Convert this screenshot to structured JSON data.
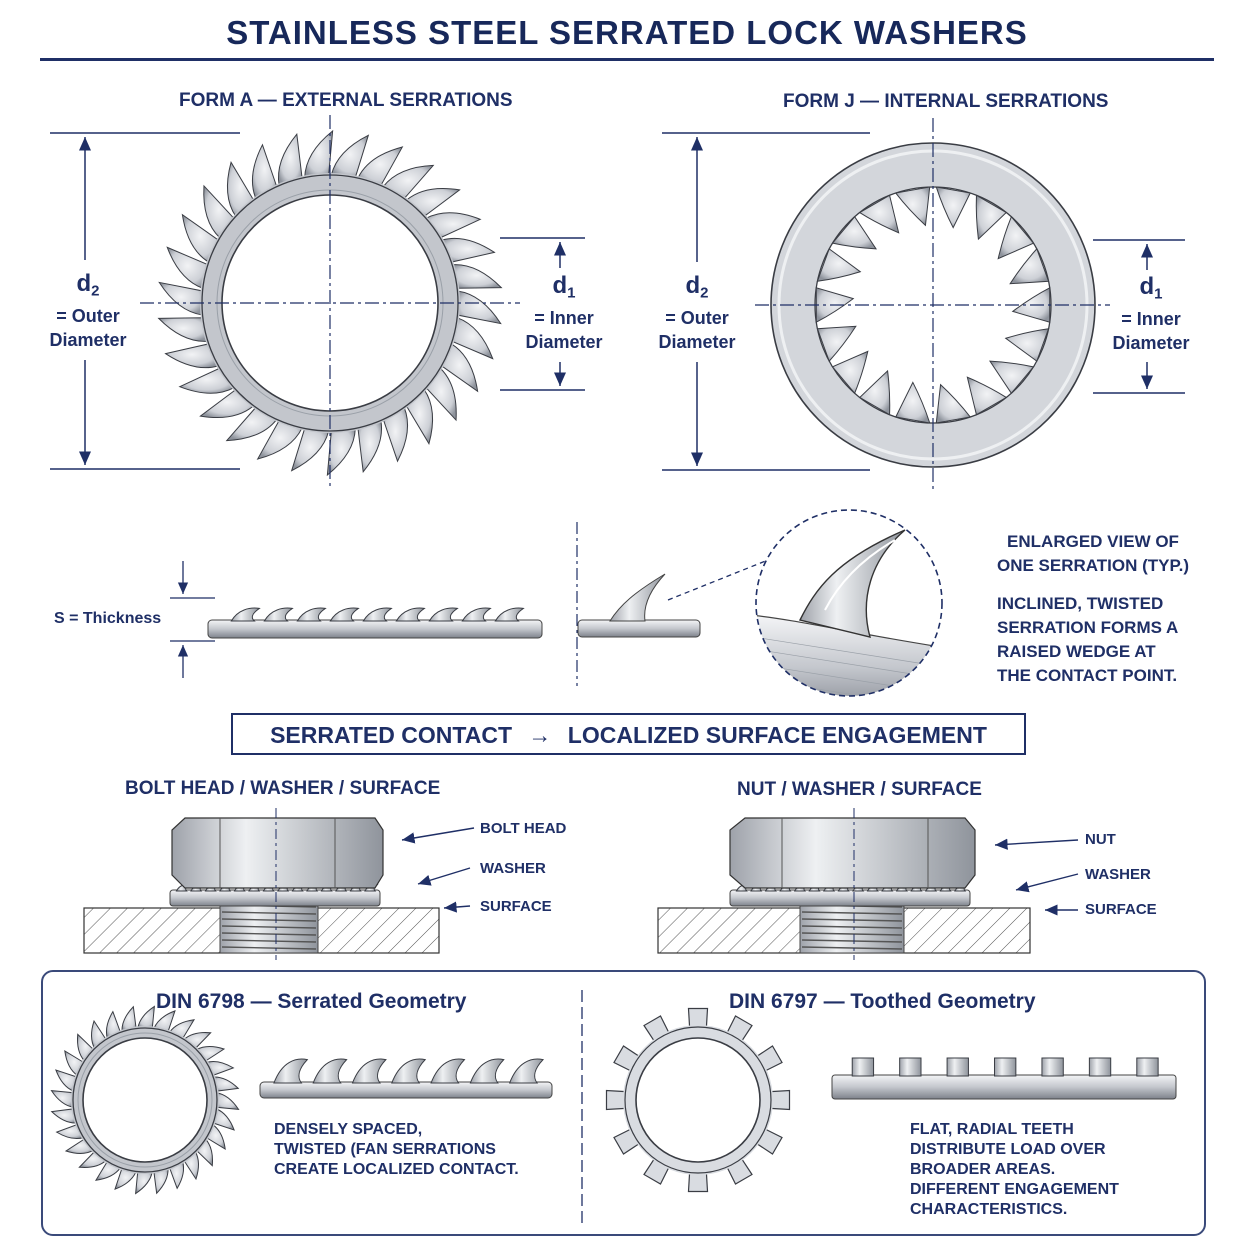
{
  "title": "STAINLESS STEEL SERRATED LOCK WASHERS",
  "form_a": {
    "heading": "FORM A — EXTERNAL SERRATIONS",
    "d2_symbol": "d",
    "d2_sub": "2",
    "d2_text": [
      "= Outer",
      "Diameter"
    ],
    "d1_symbol": "d",
    "d1_sub": "1",
    "d1_text": [
      "= Inner",
      "Diameter"
    ]
  },
  "form_j": {
    "heading": "FORM J — INTERNAL SERRATIONS",
    "d2_symbol": "d",
    "d2_sub": "2",
    "d2_text": [
      "= Outer",
      "Diameter"
    ],
    "d1_symbol": "d",
    "d1_sub": "1",
    "d1_text": [
      "= Inner",
      "Diameter"
    ]
  },
  "thickness_label": "S = Thickness",
  "enlarged": {
    "heading_lines": [
      "ENLARGED VIEW OF",
      "ONE SERRATION (TYP.)"
    ],
    "desc_lines": [
      "INCLINED, TWISTED",
      "SERRATION FORMS A",
      "RAISED WEDGE AT",
      "THE CONTACT POINT."
    ]
  },
  "banner": {
    "left": "SERRATED CONTACT",
    "arrow": "→",
    "right": "LOCALIZED SURFACE ENGAGEMENT"
  },
  "assembly_bolt": {
    "heading": "BOLT HEAD / WASHER / SURFACE",
    "labels": [
      "BOLT HEAD",
      "WASHER",
      "SURFACE"
    ]
  },
  "assembly_nut": {
    "heading": "NUT / WASHER / SURFACE",
    "labels": [
      "NUT",
      "WASHER",
      "SURFACE"
    ]
  },
  "din6798": {
    "heading_code": "DIN 6798",
    "heading_rest": "— Serrated Geometry",
    "desc_lines": [
      "DENSELY SPACED,",
      "TWISTED (FAN SERRATIONS",
      "CREATE LOCALIZED CONTACT."
    ]
  },
  "din6797": {
    "heading_code": "DIN 6797",
    "heading_rest": "— Toothed Geometry",
    "desc_lines": [
      "FLAT, RADIAL TEETH",
      "DISTRIBUTE LOAD OVER",
      "BROADER AREAS.",
      "DIFFERENT ENGAGEMENT",
      "CHARACTERISTICS."
    ]
  },
  "colors": {
    "ink": "#1f2f66",
    "steel_light": "#e4e6ea",
    "steel_mid": "#b9bdc5",
    "steel_dark": "#6f747e"
  }
}
